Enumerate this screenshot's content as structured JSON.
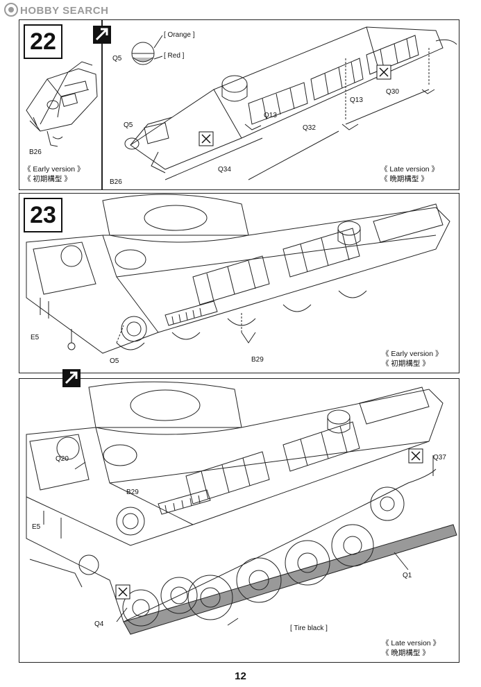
{
  "watermark": "HOBBY SEARCH",
  "page_number": "12",
  "step22": {
    "number": "22",
    "color_callout_orange": "[ Orange ]",
    "color_callout_red": "[ Red ]",
    "early_version": "《 Early version 》",
    "early_version_jp": "《 初期構型 》",
    "late_version": "《 Late version 》",
    "late_version_jp": "《 晩期構型 》",
    "labels": {
      "q5_top": "Q5",
      "q5": "Q5",
      "b26_left": "B26",
      "b26": "B26",
      "q13_a": "Q13",
      "q13_b": "Q13",
      "q30": "Q30",
      "q32": "Q32",
      "q34": "Q34"
    }
  },
  "step23": {
    "number": "23",
    "early_version": "《 Early version 》",
    "early_version_jp": "《 初期構型 》",
    "labels": {
      "e5": "E5",
      "o5": "O5",
      "b29": "B29"
    }
  },
  "step23b": {
    "late_version": "《 Late version 》",
    "late_version_jp": "《 晩期構型 》",
    "tire_black": "[ Tire black ]",
    "labels": {
      "q20": "Q20",
      "b29": "B29",
      "e5": "E5",
      "q37": "Q37",
      "q1": "Q1",
      "q4": "Q4"
    }
  }
}
